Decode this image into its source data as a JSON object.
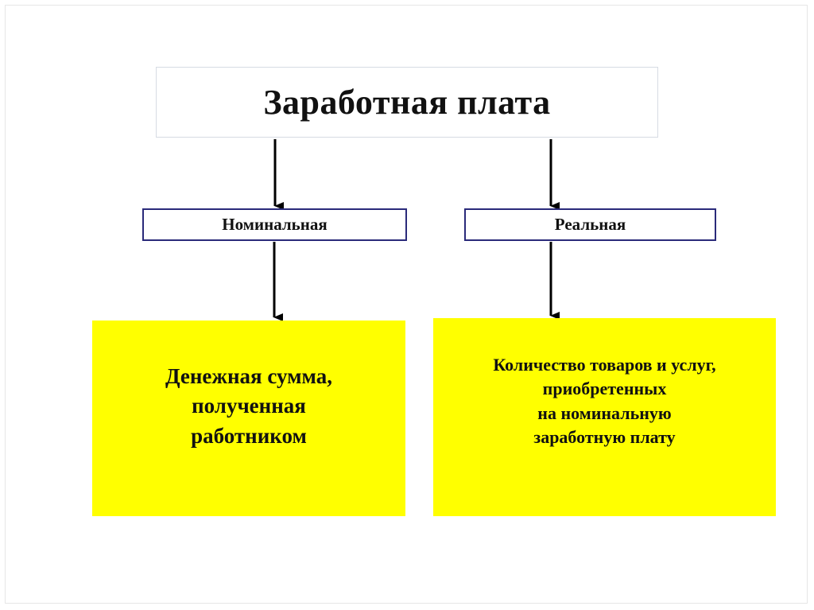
{
  "diagram": {
    "title": "Заработная плата",
    "branches": [
      {
        "label": "Номинальная",
        "description": "Денежная сумма,\nполученная\nработником"
      },
      {
        "label": "Реальная",
        "description": "Количество товаров и услуг,\nприобретенных\nна номинальную\nзаработную плату"
      }
    ]
  },
  "colors": {
    "highlight": "#ffff00",
    "box_border": "#2a2a7a",
    "arrow": "#000000"
  }
}
